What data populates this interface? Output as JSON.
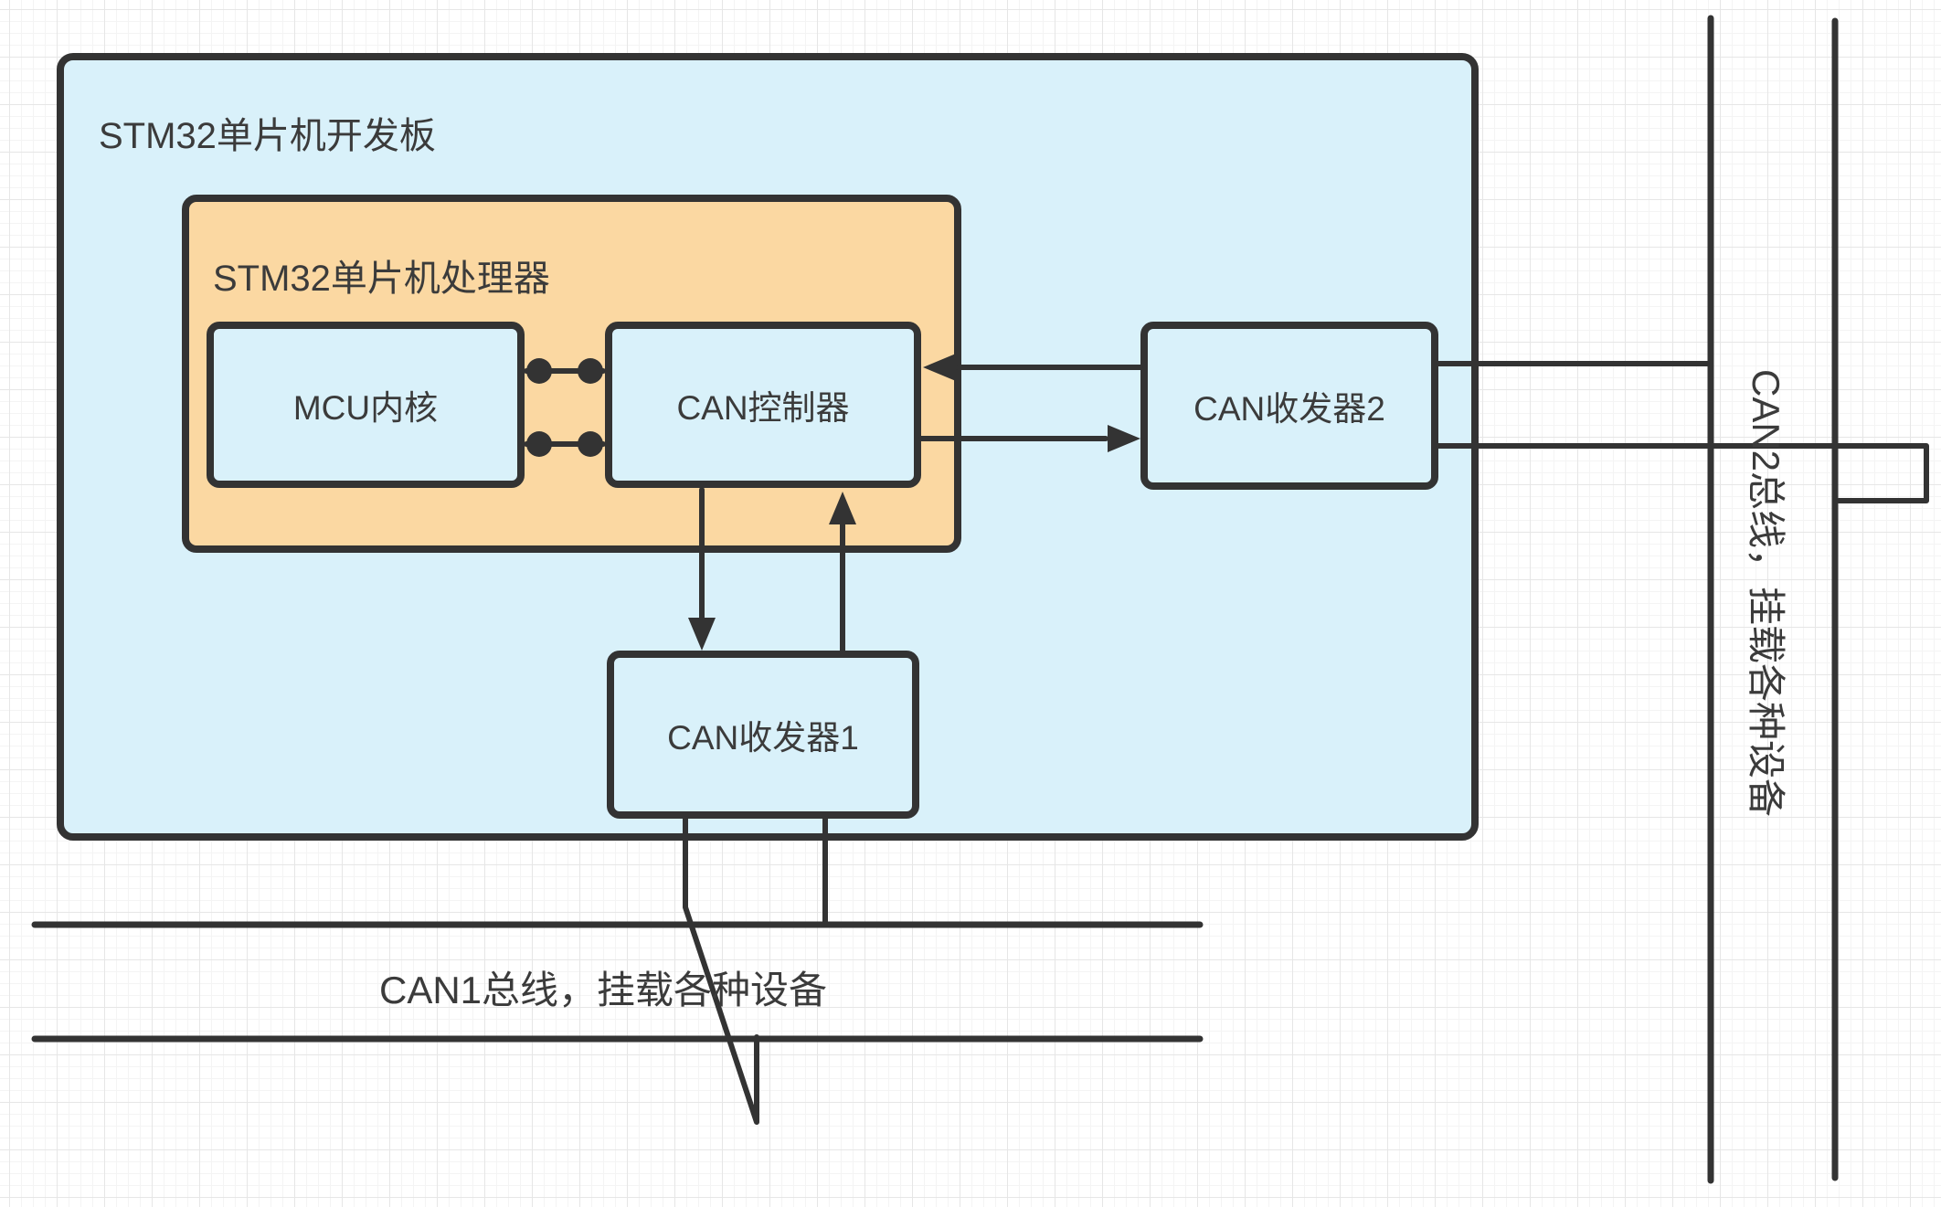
{
  "diagram": {
    "board": {
      "label": "STM32单片机开发板"
    },
    "processor": {
      "label": "STM32单片机处理器"
    },
    "nodes": {
      "mcu_core": {
        "label": "MCU内核"
      },
      "can_controller": {
        "label": "CAN控制器"
      },
      "can_transceiver1": {
        "label": "CAN收发器1"
      },
      "can_transceiver2": {
        "label": "CAN收发器2"
      }
    },
    "buses": {
      "can1": {
        "label": "CAN1总线，挂载各种设备"
      },
      "can2": {
        "label": "CAN2总线，挂载各种设备"
      }
    },
    "colors": {
      "background": "#ffffff",
      "grid_minor": "#f4f4f4",
      "grid_major": "#e6e6e6",
      "board_fill": "#d9f1fa",
      "node_fill": "#d9f1fa",
      "processor_fill": "#fbd8a2",
      "stroke": "#333333",
      "text_color": "#3b3b3b"
    }
  }
}
